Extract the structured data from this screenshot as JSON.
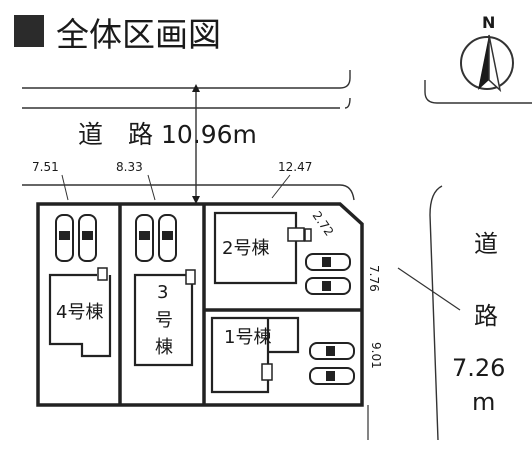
{
  "title": "全体区画図",
  "compass": {
    "label": "N"
  },
  "road_top": {
    "label": "道　路 10.96m"
  },
  "road_right": {
    "line1": "道",
    "line2": "路",
    "line3": "7.26",
    "line4": "m"
  },
  "frontages": {
    "f1": "7.51",
    "f2": "8.33",
    "f3": "12.47",
    "corner": "2.72",
    "side1": "7.76",
    "side2": "9.01"
  },
  "lots": [
    {
      "label": "4号棟",
      "cars": 2
    },
    {
      "label": "3\n号\n棟",
      "cars": 2
    },
    {
      "label": "2号棟",
      "cars": 2
    },
    {
      "label": "1号棟",
      "cars": 2
    }
  ],
  "colors": {
    "ink": "#1a1a1a",
    "boundary": "#222222"
  }
}
